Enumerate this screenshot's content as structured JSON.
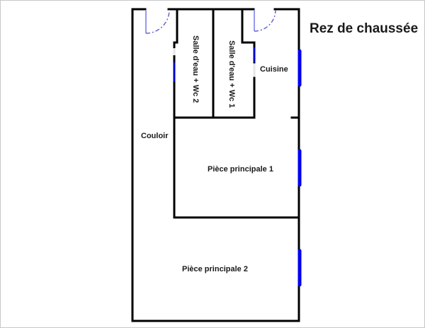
{
  "plan": {
    "title": "Rez de chaussée",
    "rooms": [
      {
        "id": "couloir",
        "label": "Couloir"
      },
      {
        "id": "salle-eau-2",
        "label": "Salle d'eau + Wc 2"
      },
      {
        "id": "salle-eau-1",
        "label": "Salle d'eau + Wc 1"
      },
      {
        "id": "cuisine",
        "label": "Cuisine"
      },
      {
        "id": "piece-principale-1",
        "label": "Pièce principale 1"
      },
      {
        "id": "piece-principale-2",
        "label": "Pièce principale 2"
      }
    ],
    "colors": {
      "wall": "#000000",
      "window": "#0000ee",
      "door": "#6666cc",
      "door_leaf": "#9999ee",
      "border": "#c8c8c8"
    }
  }
}
